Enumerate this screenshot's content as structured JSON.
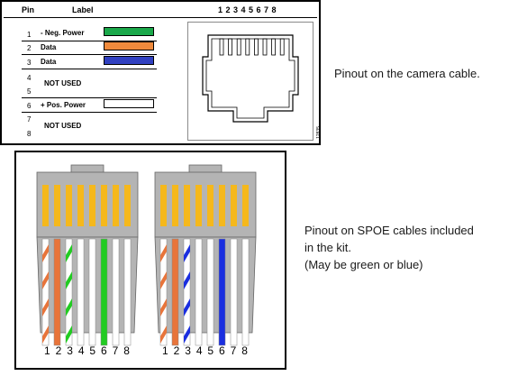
{
  "camera_panel": {
    "header_pin": "Pin",
    "header_label": "Label",
    "header_pin_numbers": "1 2 3 4 5 6 7 8",
    "rows": [
      {
        "pin": "1",
        "label": "- Neg. Power",
        "color": "#1aa84a"
      },
      {
        "pin": "2",
        "label": "Data",
        "color": "#f08a3c"
      },
      {
        "pin": "3",
        "label": "Data",
        "color": "#3040c0"
      },
      {
        "pin": "4",
        "label": "",
        "color": ""
      },
      {
        "pin": "5",
        "label": "",
        "color": ""
      },
      {
        "pin": "6",
        "label": "+ Pos. Power",
        "color": "#ffffff"
      },
      {
        "pin": "7",
        "label": "",
        "color": ""
      },
      {
        "pin": "8",
        "label": "",
        "color": ""
      }
    ],
    "not_used_label": "NOT USED",
    "side_code": "12835"
  },
  "captions": {
    "camera": "Pinout on the camera cable.",
    "spoe_line1": "Pinout on SPOE cables included",
    "spoe_line2": "in the kit.",
    "spoe_line3": "(May be green or blue)"
  },
  "spoe_panel": {
    "left_plug_pin_numbers": "1 2 3 4 5 6 7 8",
    "right_plug_pin_numbers": "1 2 3 4 5 6 7 8",
    "contact_color": "#f5b81c",
    "plug_color": "#b4b4b4",
    "left_plug_wires": [
      "white-orange",
      "orange",
      "white-green",
      "white",
      "white",
      "green",
      "white",
      "white"
    ],
    "right_plug_wires": [
      "white-orange",
      "orange",
      "white-blue",
      "white",
      "white",
      "blue",
      "white",
      "white"
    ],
    "colors": {
      "orange": "#e8743a",
      "green": "#22cc22",
      "blue": "#1a2ee0"
    }
  }
}
